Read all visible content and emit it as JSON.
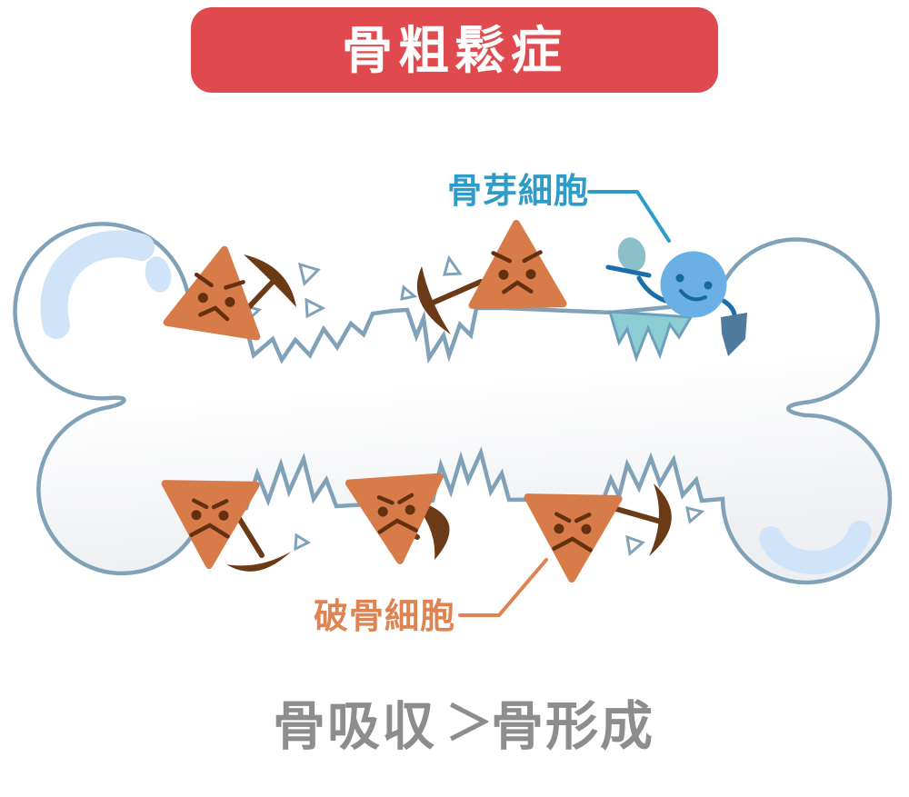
{
  "title": {
    "text": "骨粗鬆症"
  },
  "annotations": {
    "osteoblast_label": {
      "text": "骨芽細胞",
      "color": "#2e9bc8"
    },
    "osteoclast_label": {
      "text": "破骨細胞",
      "color": "#de8351"
    }
  },
  "formula": {
    "left": "骨吸収",
    "operator": "＞",
    "right": "骨形成",
    "color": "#8d8d8d"
  },
  "scene": {
    "osteoclast_count": 5,
    "osteoblast_count": 1
  },
  "colors": {
    "background": "#ffffff",
    "banner_bg": "#e04a4e",
    "banner_text": "#ffffff",
    "bone_outline": "#80a2b8",
    "bone_fill_top": "#ffffff",
    "bone_fill_bottom": "#edeff2",
    "bone_highlight": "#cfe4f8",
    "osteoclast_body": "#d77b49",
    "osteoclast_face": "#64300f",
    "pickaxe": "#6b3a16",
    "osteoblast_body": "#6ab0e4",
    "osteoblast_face": "#16699f",
    "osteoblast_arm": "#1b6fa8",
    "trowel": "#4e7b9e",
    "mortar": "#8bbfca",
    "new_bone_fill": "#8ccdd3",
    "new_bone_outline": "#6f9fbb",
    "debris_outline": "#80a2b8"
  }
}
